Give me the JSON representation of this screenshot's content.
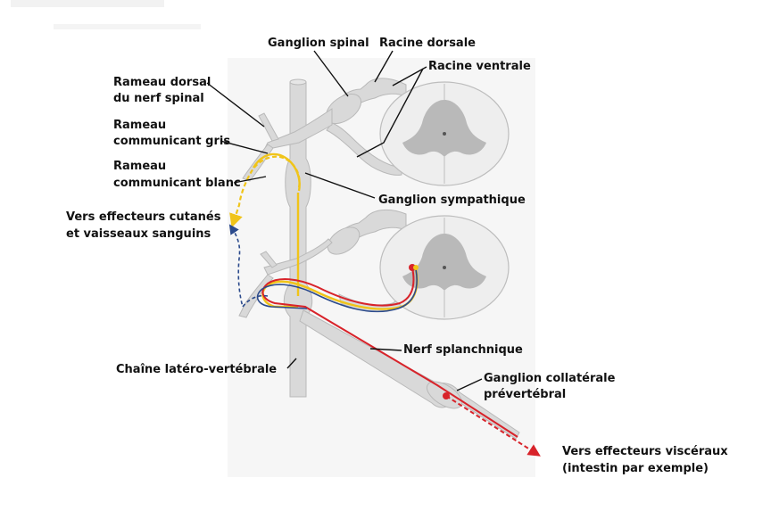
{
  "diagram": {
    "labels": {
      "ganglion_spinal": "Ganglion spinal",
      "racine_dorsale": "Racine dorsale",
      "racine_ventrale": "Racine ventrale",
      "rameau_dorsal_1": "Rameau dorsal",
      "rameau_dorsal_2": "du nerf spinal",
      "rameau_gris_1": "Rameau",
      "rameau_gris_2": "communicant gris",
      "rameau_blanc_1": "Rameau",
      "rameau_blanc_2": "communicant blanc",
      "ganglion_sympathique": "Ganglion sympathique",
      "effecteurs_cutanes_1": "Vers effecteurs cutanés",
      "effecteurs_cutanes_2": "et vaisseaux sanguins",
      "nerf_splanchnique": "Nerf splanchnique",
      "chaine_latero": "Chaîne latéro-vertébrale",
      "ganglion_collateral_1": "Ganglion collatérale",
      "ganglion_collateral_2": "prévertébral",
      "effecteurs_visceraux_1": "Vers effecteurs viscéraux",
      "effecteurs_visceraux_2": "(intestin par exemple)"
    },
    "colors": {
      "preganglionic_red": "#d8232a",
      "postganglionic_yellow": "#f0c419",
      "sensory_blue": "#2b4a8c",
      "tissue_gray": "#d9d9d9",
      "grey_matter": "#b9b9b9"
    }
  }
}
